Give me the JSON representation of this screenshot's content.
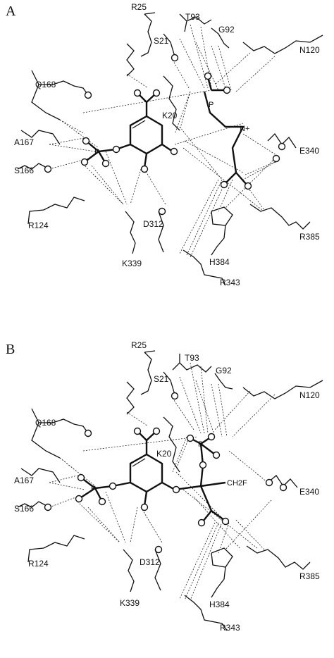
{
  "panels": [
    {
      "letter": "A",
      "residues": {
        "r25": "R25",
        "s21": "S21",
        "t93": "T93",
        "g92": "G92",
        "n120": "N120",
        "q168": "Q168",
        "a167": "A167",
        "s166": "S166",
        "r124": "R124",
        "k339": "K339",
        "k20": "K20",
        "d312": "D312",
        "h384": "H384",
        "r343": "R343",
        "r385": "R385",
        "e340": "E340"
      },
      "atoms": {
        "p_phosphonate": "P",
        "n_plus": "N+",
        "p_phosphate": "P"
      }
    },
    {
      "letter": "B",
      "residues": {
        "r25": "R25",
        "s21": "S21",
        "t93": "T93",
        "g92": "G92",
        "n120": "N120",
        "q168": "Q168",
        "a167": "A167",
        "s166": "S166",
        "r124": "R124",
        "k339": "K339",
        "k20": "K20",
        "d312": "D312",
        "h384": "H384",
        "r343": "R343",
        "r385": "R385",
        "e340": "E340"
      },
      "atoms": {
        "p_phosphonate": "P",
        "ch2f": "CH2F",
        "p_phosphate": "P"
      }
    }
  ]
}
